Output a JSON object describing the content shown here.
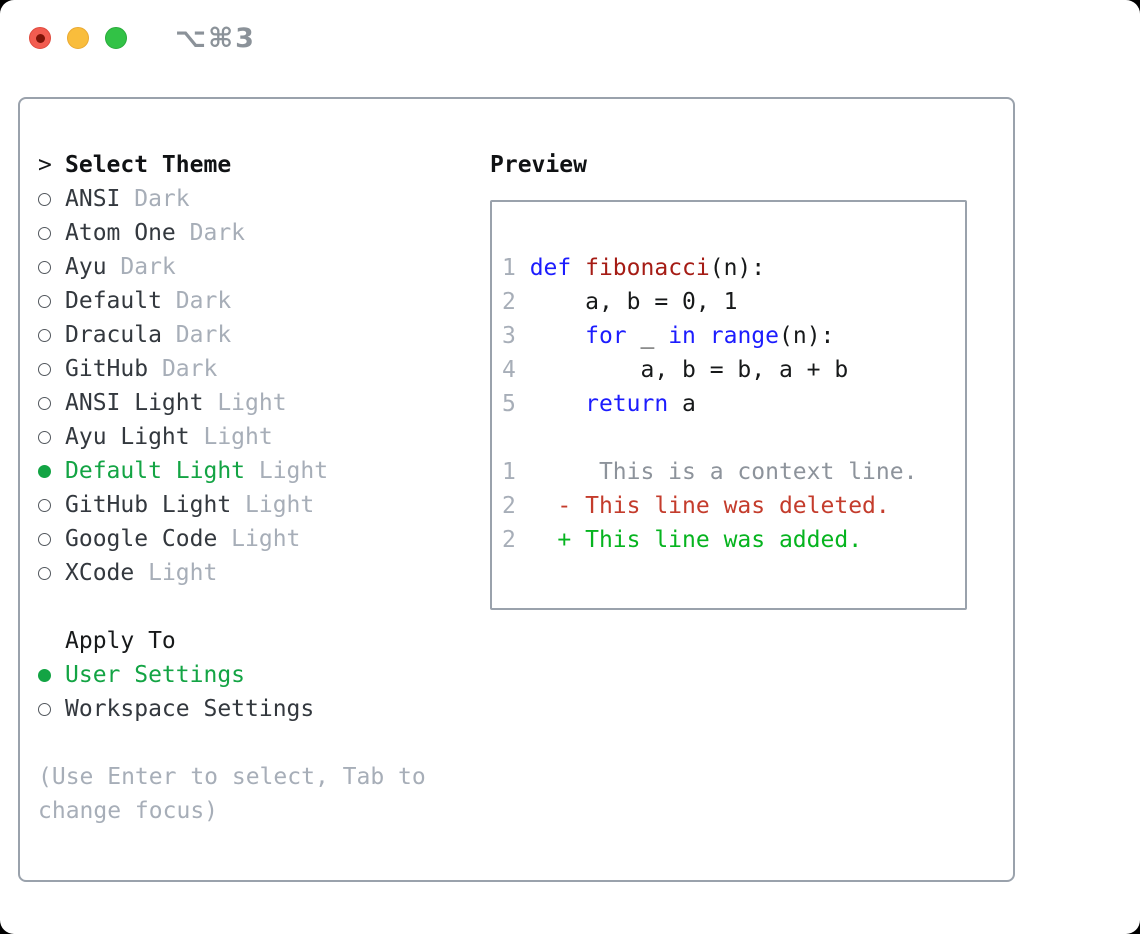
{
  "window": {
    "shortcut": "⌥⌘3",
    "traffic_lights": [
      {
        "id": "close",
        "color": "#f25c50",
        "has_inner_dot": true
      },
      {
        "id": "minimize",
        "color": "#f9bd3c",
        "has_inner_dot": false
      },
      {
        "id": "zoom",
        "color": "#32c246",
        "has_inner_dot": false
      }
    ]
  },
  "theme_picker": {
    "title": "Select Theme",
    "caret": ">",
    "themes": [
      {
        "name": "ANSI",
        "variant": "Dark",
        "selected": false
      },
      {
        "name": "Atom One",
        "variant": "Dark",
        "selected": false
      },
      {
        "name": "Ayu",
        "variant": "Dark",
        "selected": false
      },
      {
        "name": "Default",
        "variant": "Dark",
        "selected": false
      },
      {
        "name": "Dracula",
        "variant": "Dark",
        "selected": false
      },
      {
        "name": "GitHub",
        "variant": "Dark",
        "selected": false
      },
      {
        "name": "ANSI Light",
        "variant": "Light",
        "selected": false
      },
      {
        "name": "Ayu Light",
        "variant": "Light",
        "selected": false
      },
      {
        "name": "Default Light",
        "variant": "Light",
        "selected": true
      },
      {
        "name": "GitHub Light",
        "variant": "Light",
        "selected": false
      },
      {
        "name": "Google Code",
        "variant": "Light",
        "selected": false
      },
      {
        "name": "XCode",
        "variant": "Light",
        "selected": false
      }
    ],
    "apply_to": {
      "title": "Apply To",
      "options": [
        {
          "name": "User Settings",
          "selected": true
        },
        {
          "name": "Workspace Settings",
          "selected": false
        }
      ]
    },
    "hint": "(Use Enter to select, Tab to change focus)"
  },
  "preview": {
    "title": "Preview",
    "lines": [
      {
        "num": "1",
        "tokens": [
          {
            "text": "def",
            "type": "keyword"
          },
          {
            "text": " ",
            "type": "plain"
          },
          {
            "text": "fibonacci",
            "type": "function"
          },
          {
            "text": "(n):",
            "type": "plain"
          }
        ]
      },
      {
        "num": "2",
        "tokens": [
          {
            "text": "    a, b = 0, 1",
            "type": "plain"
          }
        ]
      },
      {
        "num": "3",
        "tokens": [
          {
            "text": "    ",
            "type": "plain"
          },
          {
            "text": "for",
            "type": "keyword"
          },
          {
            "text": " _ ",
            "type": "plain"
          },
          {
            "text": "in",
            "type": "keyword"
          },
          {
            "text": " ",
            "type": "plain"
          },
          {
            "text": "range",
            "type": "keyword"
          },
          {
            "text": "(n):",
            "type": "plain"
          }
        ]
      },
      {
        "num": "4",
        "tokens": [
          {
            "text": "        a, b = b, a + b",
            "type": "plain"
          }
        ]
      },
      {
        "num": "5",
        "tokens": [
          {
            "text": "    ",
            "type": "plain"
          },
          {
            "text": "return",
            "type": "keyword"
          },
          {
            "text": " a",
            "type": "plain"
          }
        ]
      },
      {
        "num": "",
        "tokens": []
      },
      {
        "num": "1",
        "tokens": [
          {
            "text": "     This is a context line.",
            "type": "context"
          }
        ]
      },
      {
        "num": "2",
        "tokens": [
          {
            "text": "  - This line was deleted.",
            "type": "deleted"
          }
        ]
      },
      {
        "num": "2",
        "tokens": [
          {
            "text": "  + This line was added.",
            "type": "added"
          }
        ]
      }
    ]
  },
  "colors": {
    "accent_green": "#13a444",
    "keyword_blue": "#1c1cfe",
    "function_red": "#a51c15",
    "diff_deleted_red": "#c43c2c",
    "diff_added_green": "#06b41f",
    "muted_gray": "#a7aeb8",
    "context_gray": "#8d939b",
    "border_gray": "#9aa2ac"
  }
}
